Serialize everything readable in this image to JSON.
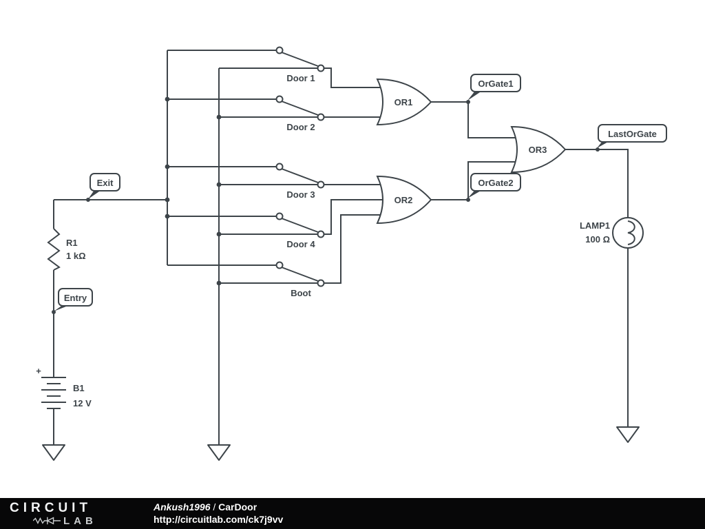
{
  "colors": {
    "schematic_stroke": "#3d4449",
    "background": "#ffffff",
    "footer_background": "#070708",
    "footer_text": "#ffffff",
    "logo_muted": "#c9ccce"
  },
  "schematic": {
    "switches": [
      {
        "label": "Door 1"
      },
      {
        "label": "Door 2"
      },
      {
        "label": "Door 3"
      },
      {
        "label": "Door 4"
      },
      {
        "label": "Boot"
      }
    ],
    "gates": [
      {
        "label": "OR1"
      },
      {
        "label": "OR2"
      },
      {
        "label": "OR3"
      }
    ],
    "flags": {
      "exit": "Exit",
      "entry": "Entry",
      "orgate1": "OrGate1",
      "orgate2": "OrGate2",
      "lastorgate": "LastOrGate"
    },
    "resistor": {
      "name": "R1",
      "value": "1 kΩ"
    },
    "battery": {
      "name": "B1",
      "value": "12 V",
      "polarity": "+"
    },
    "lamp": {
      "name": "LAMP1",
      "value": "100 Ω"
    }
  },
  "footer": {
    "logo_top": "CIRCUIT",
    "logo_bottom": "LAB",
    "author": "Ankush1996",
    "separator": "/",
    "title": "CarDoor",
    "url": "http://circuitlab.com/ck7j9vv"
  }
}
